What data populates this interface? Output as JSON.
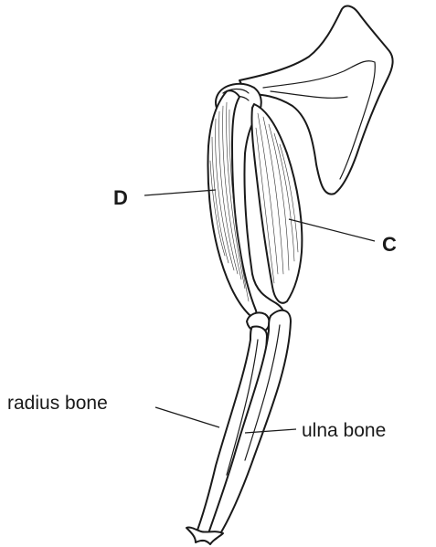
{
  "labels": {
    "muscle_d": "D",
    "muscle_c": "C",
    "radius": "radius bone",
    "ulna": "ulna bone"
  }
}
